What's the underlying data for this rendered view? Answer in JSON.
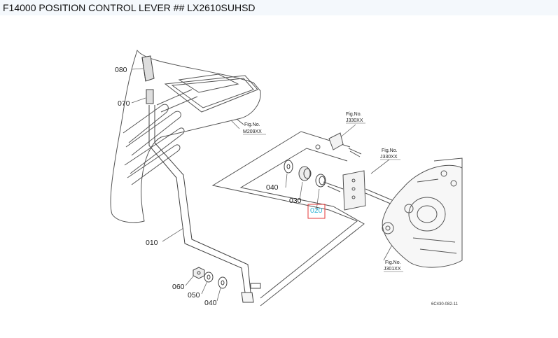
{
  "title": "F14000 POSITION CONTROL LEVER ## LX2610SUHSD",
  "parts": {
    "p080": "080",
    "p070": "070",
    "p010": "010",
    "p040a": "040",
    "p030": "030",
    "p020": "020",
    "p060": "060",
    "p050": "050",
    "p040b": "040"
  },
  "figs": {
    "fig_label": "Fig.No.",
    "m209": "M209XX",
    "j330a": "J330XX",
    "j330b": "J330XX",
    "j301": "J301XX"
  },
  "diagram_code": "6C430-082-11",
  "colors": {
    "highlight_box": "#e33a3a",
    "highlight_text": "#33b5d6"
  }
}
